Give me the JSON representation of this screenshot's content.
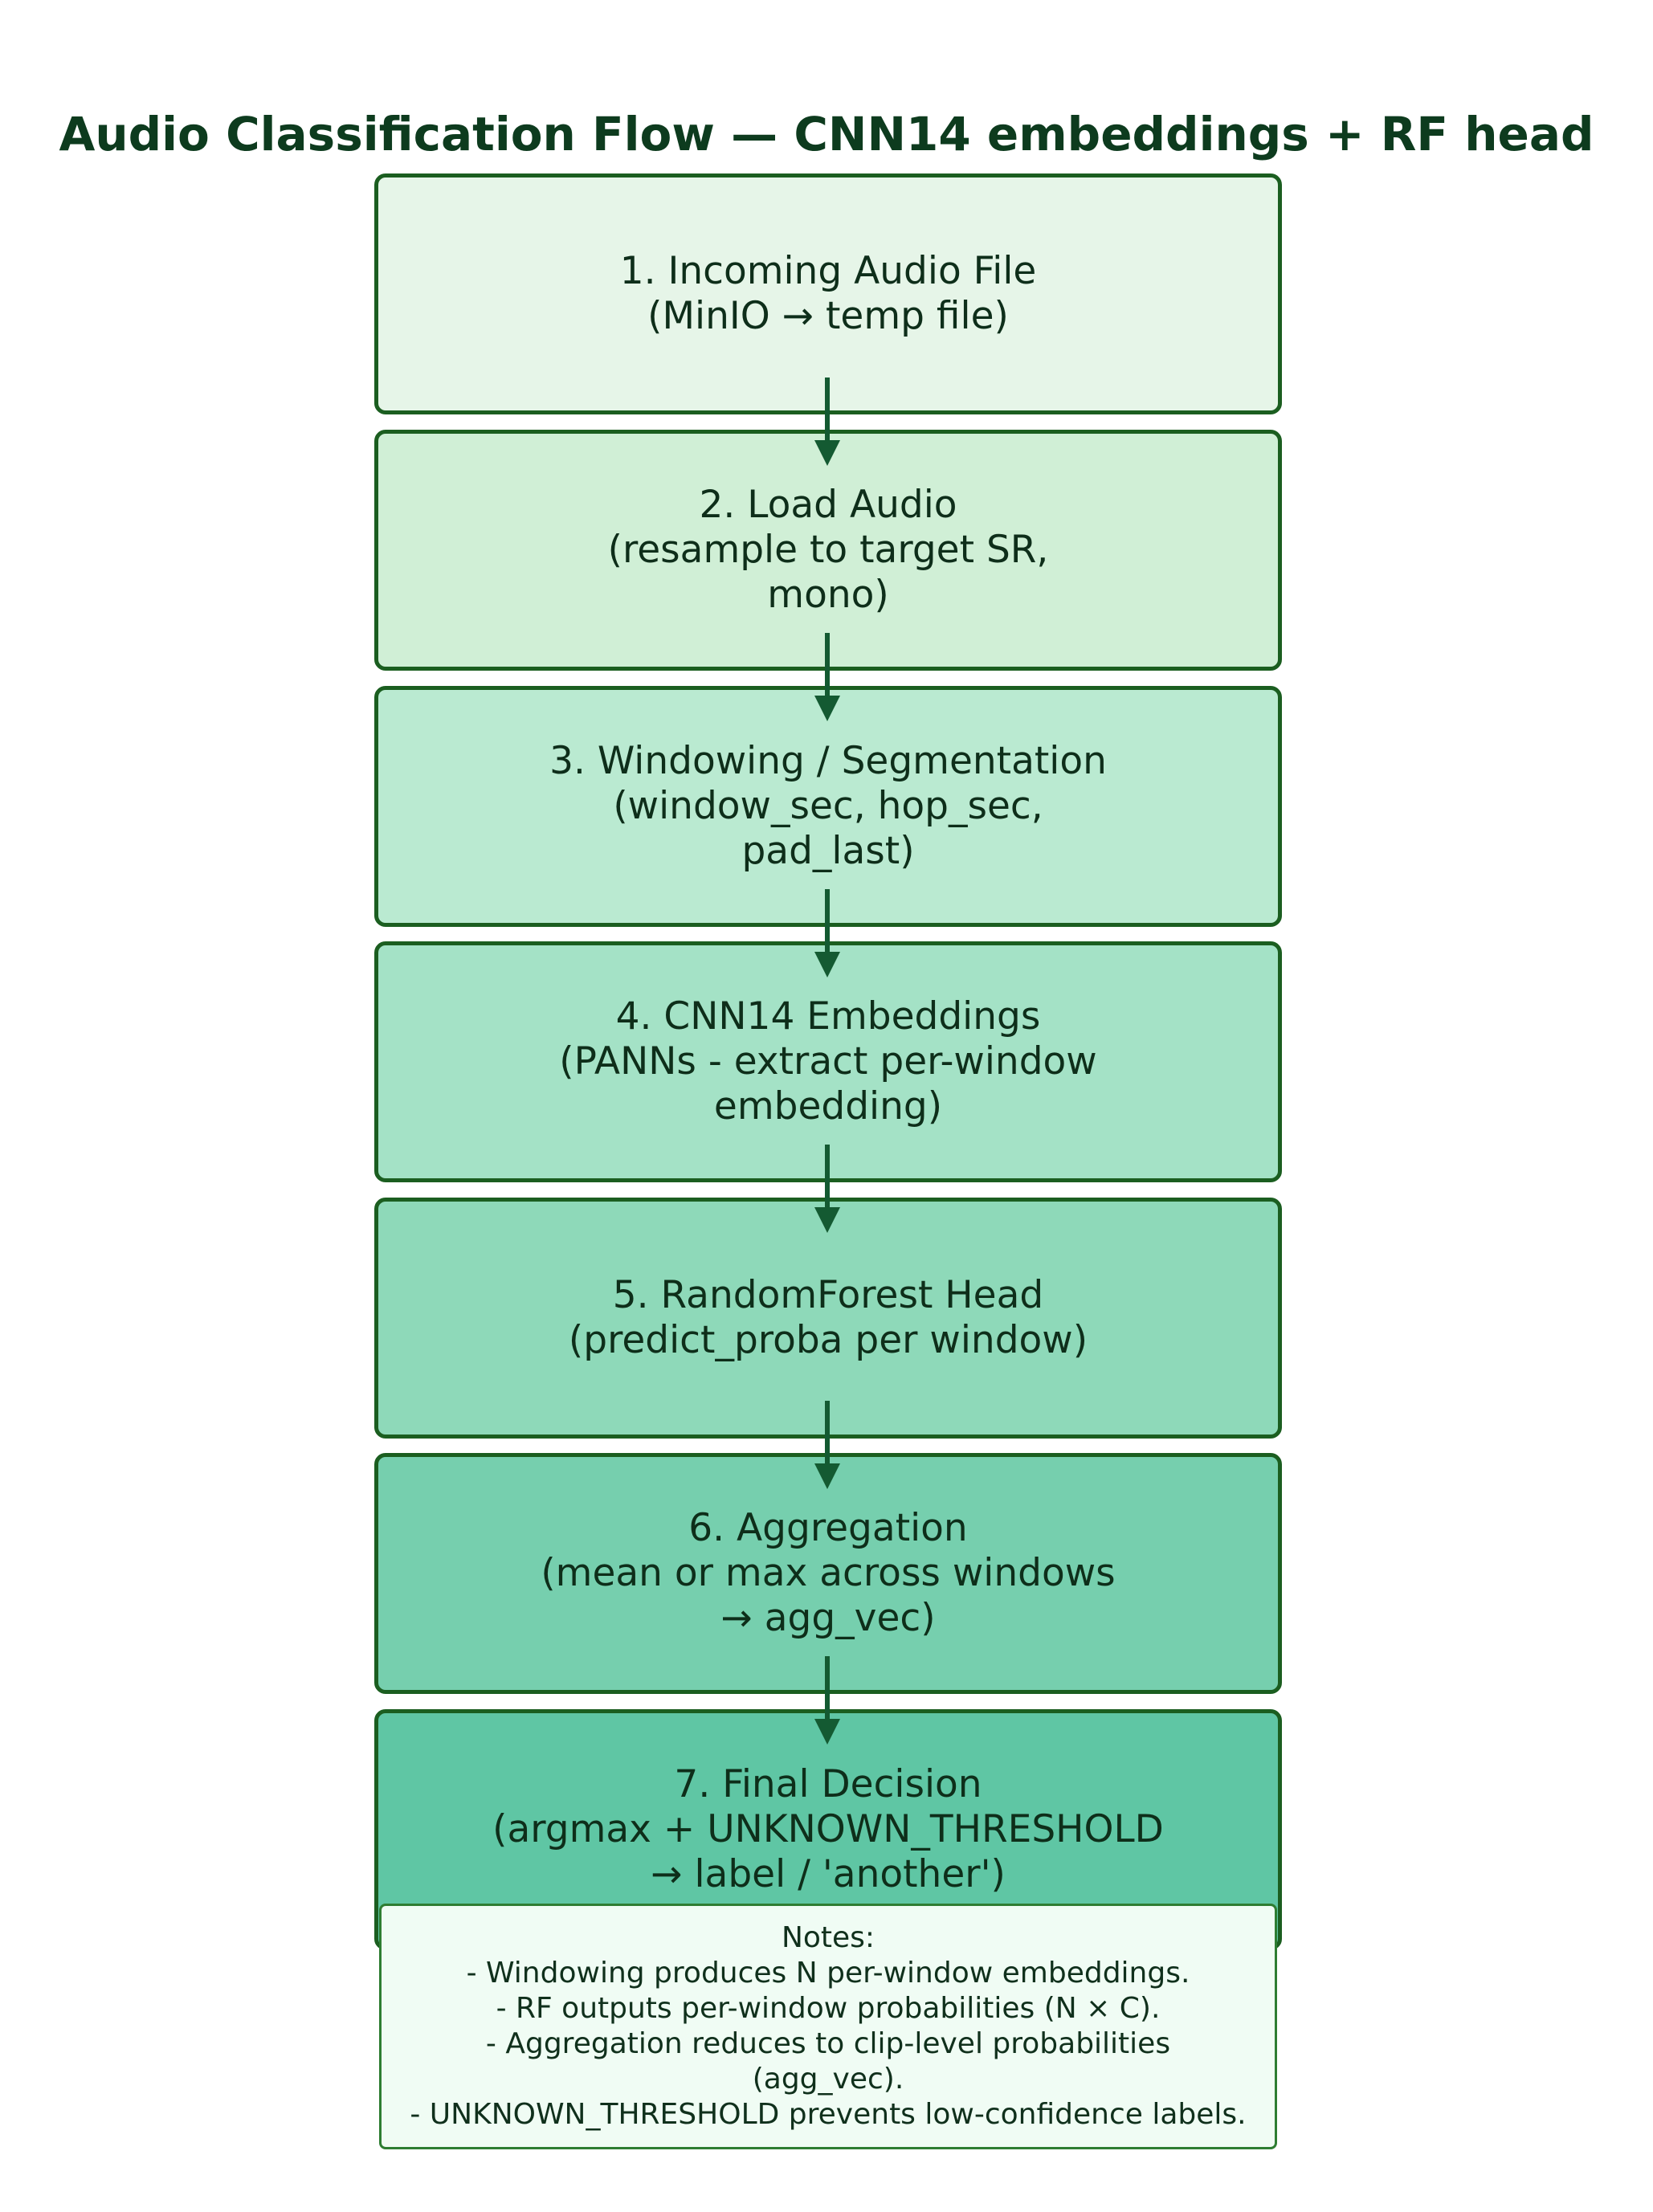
{
  "title": "Audio Classification Flow — CNN14 embeddings + RF head",
  "steps": [
    {
      "lines": [
        "1. Incoming Audio File",
        "(MinIO → temp file)"
      ],
      "fill": "#e6f5e8"
    },
    {
      "lines": [
        "2. Load Audio",
        "(resample to target SR,",
        "mono)"
      ],
      "fill": "#d0efd6"
    },
    {
      "lines": [
        "3. Windowing / Segmentation",
        "(window_sec, hop_sec,",
        "pad_last)"
      ],
      "fill": "#baead1"
    },
    {
      "lines": [
        "4. CNN14 Embeddings",
        "(PANNs - extract per-window",
        "embedding)"
      ],
      "fill": "#a4e2c6"
    },
    {
      "lines": [
        "5. RandomForest Head",
        "(predict_proba per window)"
      ],
      "fill": "#8ed9b9"
    },
    {
      "lines": [
        "6. Aggregation",
        "(mean or max across windows",
        "→ agg_vec)"
      ],
      "fill": "#76cfae"
    },
    {
      "lines": [
        "7. Final Decision",
        "(argmax + UNKNOWN_THRESHOLD",
        "→ label / 'another')"
      ],
      "fill": "#5fc6a4"
    }
  ],
  "notes": {
    "lines": [
      "Notes:",
      "- Windowing produces N per-window embeddings.",
      "- RF outputs per-window probabilities (N × C).",
      "- Aggregation reduces to clip-level probabilities",
      "(agg_vec).",
      "- UNKNOWN_THRESHOLD prevents low-confidence labels."
    ]
  },
  "colors": {
    "border": "#1b5e20",
    "arrow": "#145a32",
    "title": "#0d3b1e"
  }
}
